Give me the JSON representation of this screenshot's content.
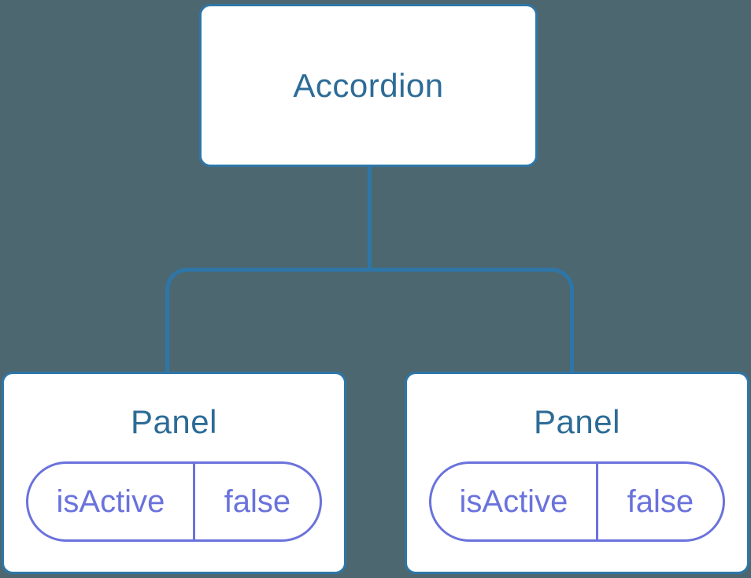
{
  "diagram": {
    "type": "component-tree",
    "colors": {
      "background": "#4C6770",
      "connector": "#2E76A8",
      "node_fill": "#FFFFFF",
      "node_label": "#2D6C97",
      "state_accent": "#6A72DC"
    },
    "tree": {
      "root": {
        "label": "Accordion"
      },
      "children": [
        {
          "label": "Panel",
          "state": {
            "key": "isActive",
            "value": "false"
          }
        },
        {
          "label": "Panel",
          "state": {
            "key": "isActive",
            "value": "false"
          }
        }
      ]
    }
  }
}
